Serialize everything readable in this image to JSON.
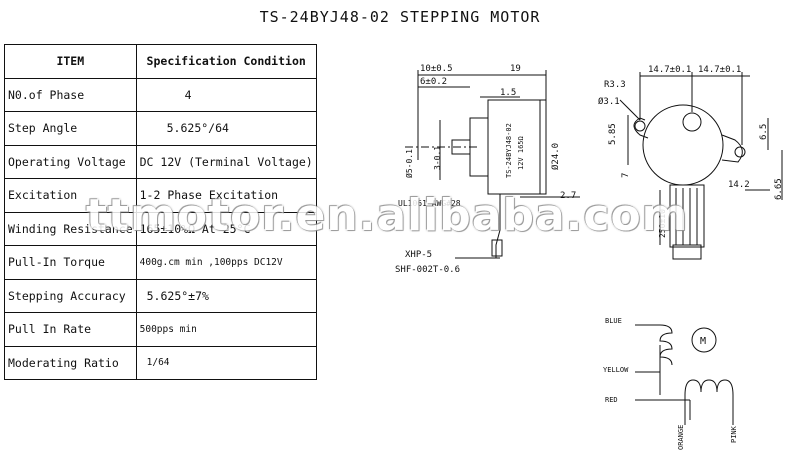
{
  "title": "TS-24BYJ48-02 STEPPING  MOTOR",
  "spec_table": {
    "header": {
      "item": "ITEM",
      "condition": "Specification Condition"
    },
    "rows": [
      {
        "item": "N0.of Phase",
        "value": "4"
      },
      {
        "item": "Step Angle",
        "value": "5.625°/64"
      },
      {
        "item": "Operating Voltage",
        "value": "DC 12V (Terminal Voltage)"
      },
      {
        "item": "Excitation",
        "value": "1-2 Phase Excitation"
      },
      {
        "item": "Winding Resistance",
        "value": "165±10%Ω  At 25°C"
      },
      {
        "item": "Pull-In Torque",
        "value": "400g.cm min ,100pps DC12V"
      },
      {
        "item": "Stepping Accuracy",
        "value": "5.625°±7%"
      },
      {
        "item": "Pull In Rate",
        "value": "500pps  min"
      },
      {
        "item": "Moderating Ratio",
        "value": "1/64"
      }
    ]
  },
  "watermark": "ttmotor.en.alibaba.com",
  "side_view": {
    "dim_10": "10±0.5",
    "dim_6": "6±0.2",
    "dim_19": "19",
    "dim_1_5": "1.5",
    "dim_phi5": "Ø5-0.1",
    "dim_3": "3-0.1",
    "dim_phi24": "Ø24.0",
    "dim_2_7": "2.7",
    "label_model": "TS-24BYJ48-02",
    "label_spec": "12V  165Ω",
    "wire_label": "UL1061 AWG#28",
    "connector_1": "XHP-5",
    "connector_2": "SHF-002T-0.6"
  },
  "front_view": {
    "dim_14_7a": "14.7±0.1",
    "dim_14_7b": "14.7±0.1",
    "dim_r3_3": "R3.3",
    "dim_phi3_1": "Ø3.1",
    "dim_5_85": "5.85",
    "dim_7": "7",
    "dim_6_5": "6.5",
    "dim_14_2": "14.2",
    "dim_6_65": "6.65",
    "dim_250": "250±10"
  },
  "wiring": {
    "blue": "BLUE",
    "yellow": "YELLOW",
    "red": "RED",
    "orange": "ORANGE",
    "pink": "PINK",
    "motor": "M"
  }
}
